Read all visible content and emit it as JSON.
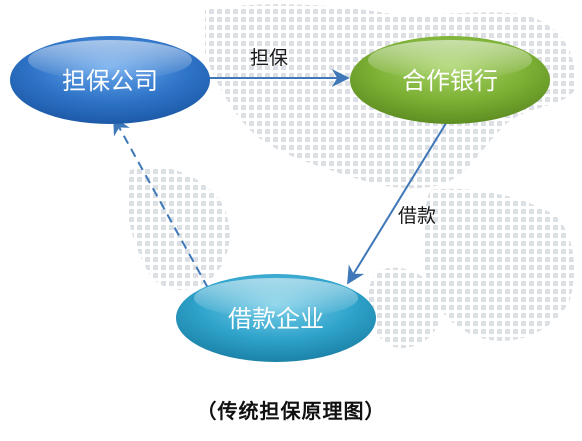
{
  "nodes": {
    "guarantee_company": {
      "label": "担保公司",
      "color": "#3a7fd0"
    },
    "partner_bank": {
      "label": "合作银行",
      "color": "#7fb23a"
    },
    "borrowing_enterprise": {
      "label": "借款企业",
      "color": "#2aa0c8"
    }
  },
  "edges": {
    "guarantee": {
      "label": "担保"
    },
    "loan": {
      "label": "借款"
    }
  },
  "caption": "（传统担保原理图）"
}
